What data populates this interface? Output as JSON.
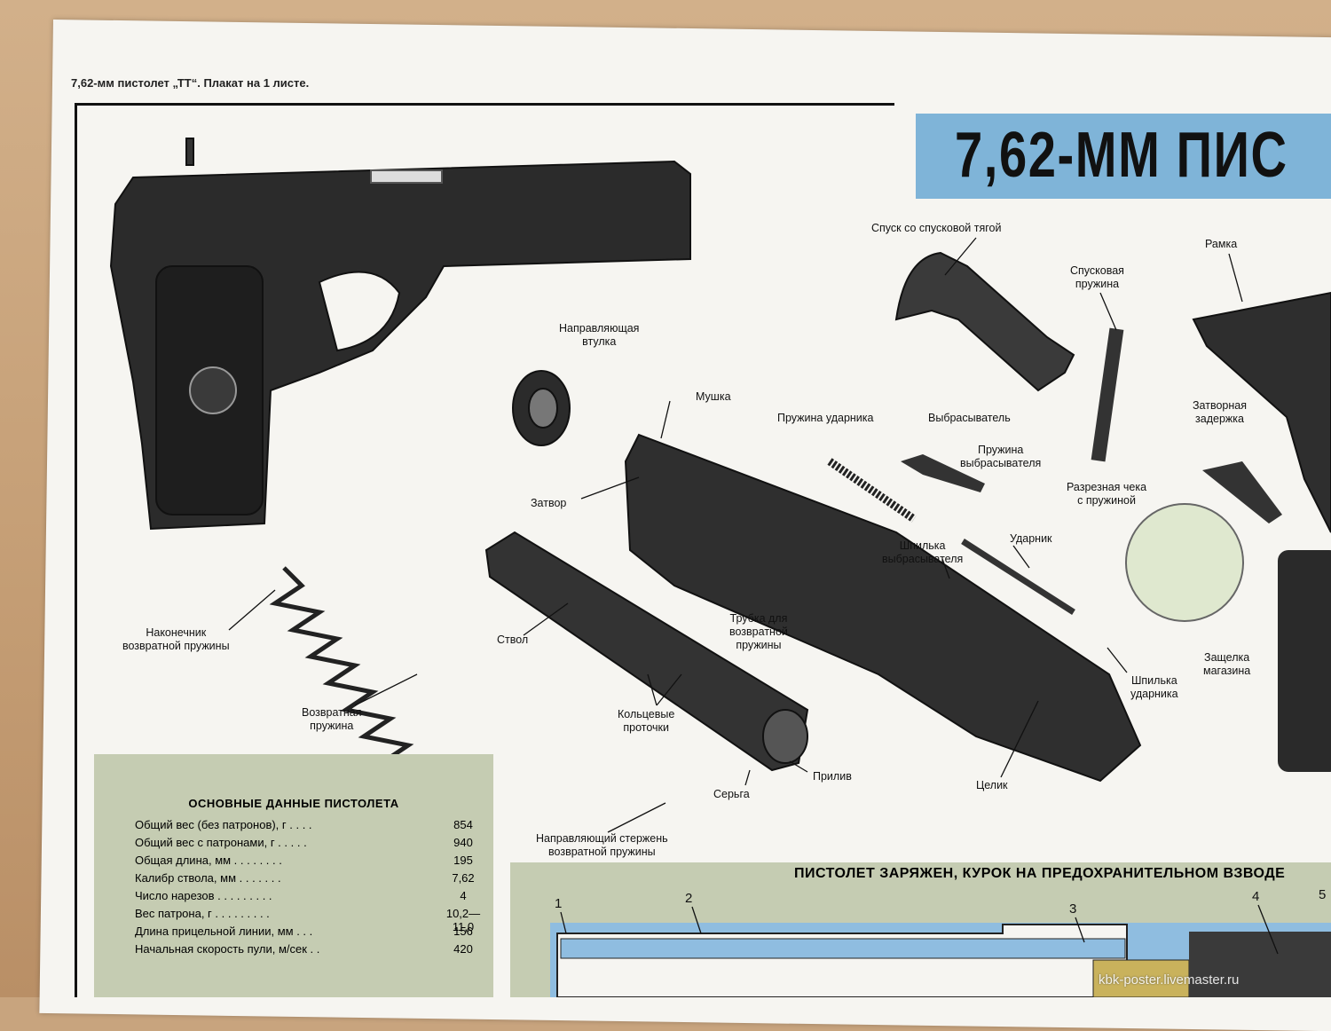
{
  "header": "7,62-мм пистолет „ТТ“. Плакат на 1 листе.",
  "title": "7,62-ММ ПИС",
  "labels": {
    "spusk": "Спуск со спусковой тягой",
    "spuskovaya_pruzhina": "Спусковая\nпружина",
    "ramka": "Рамка",
    "napravlyayushchaya": "Направляющая\nвтулка",
    "mushka": "Мушка",
    "pruzhina_udarnika": "Пружина ударника",
    "vybrasyvatel": "Выбрасыватель",
    "pruzhina_vybrasyvatelya": "Пружина\nвыбрасывателя",
    "zatvornaya_zaderzhka": "Затворная\nзадержка",
    "razreznaya_cheka": "Разрезная чека\nс пружиной",
    "zatvor": "Затвор",
    "udarnik": "Ударник",
    "shpilka_vybr": "Шпилька\nвыбрасывателя",
    "nakonechnik": "Наконечник\nвозвратной пружины",
    "stvol": "Ствол",
    "trubka": "Трубка для\nвозвратной\nпружины",
    "zashchelka": "Защелка\nмагазина",
    "shpilka_udarnika": "Шпилька\nударника",
    "vozvratnaya": "Возвратная\nпружина",
    "koltsevye": "Кольцевые\nпроточки",
    "tselik": "Целик",
    "priliv": "Прилив",
    "serga": "Серьга",
    "napravl_sterzhen": "Направляющий стержень\nвозвратной пружины"
  },
  "specs": {
    "title": "ОСНОВНЫЕ ДАННЫЕ ПИСТОЛЕТА",
    "rows": [
      {
        "k": "Общий вес (без патронов), г . . . .",
        "v": "854"
      },
      {
        "k": "Общий вес с патронами, г . . . . .",
        "v": "940"
      },
      {
        "k": "Общая длина, мм . . . . . . . .",
        "v": "195"
      },
      {
        "k": "Калибр ствола, мм . . . . . . .",
        "v": "7,62"
      },
      {
        "k": "Число нарезов . . . . . . . . .",
        "v": "4"
      },
      {
        "k": "Вес патрона, г . . . . . . . . .",
        "v": "10,2—11,0"
      },
      {
        "k": "Длина прицельной линии, мм . . .",
        "v": "156"
      },
      {
        "k": "Начальная скорость пули, м/сек . .",
        "v": "420"
      }
    ]
  },
  "section_title": "ПИСТОЛЕТ ЗАРЯЖЕН, КУРОК НА ПРЕДОХРАНИТЕЛЬНОМ ВЗВОДЕ",
  "numbers": [
    "1",
    "2",
    "3",
    "4",
    "5"
  ],
  "watermark": "kbk-poster.livemaster.ru"
}
